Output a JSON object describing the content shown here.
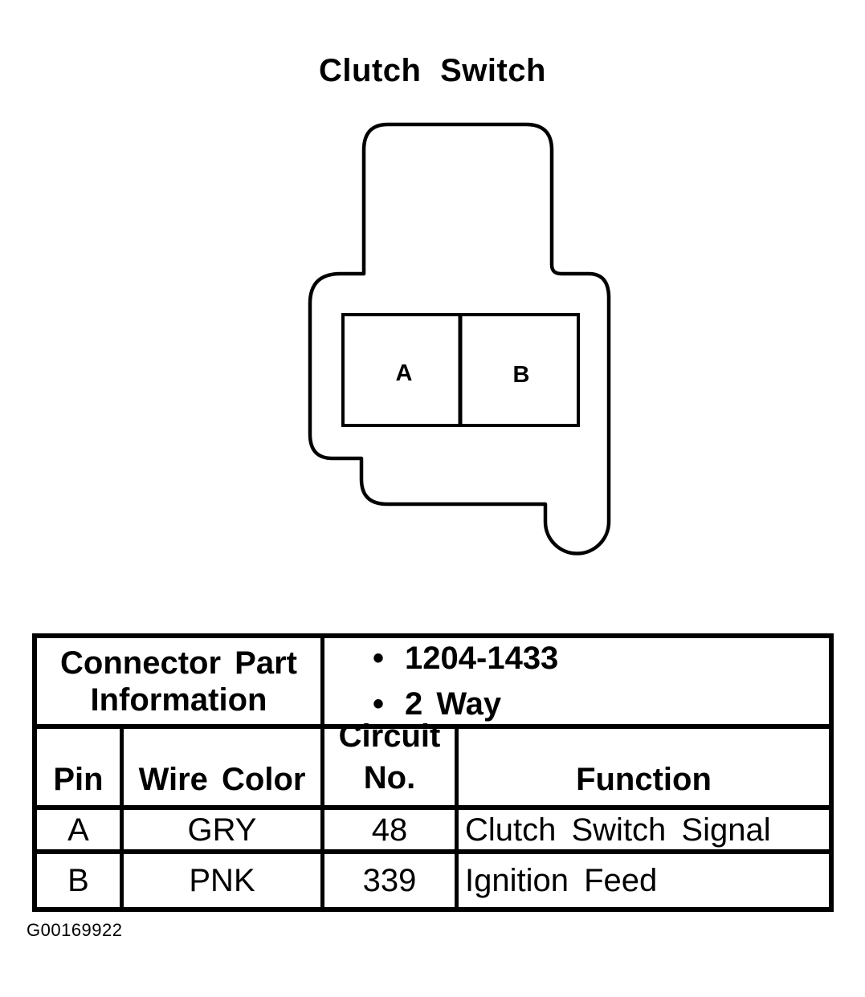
{
  "page": {
    "title": "Clutch Switch",
    "figure_code": "G00169922"
  },
  "connector_diagram": {
    "pin_labels": [
      "A",
      "B"
    ]
  },
  "info_table": {
    "part_info_label": "Connector Part Information",
    "bullet_char": "•",
    "part_info_bullets": [
      "1204-1433",
      "2 Way"
    ],
    "headers": {
      "pin": "Pin",
      "wire_color": "Wire Color",
      "circuit_no_line1": "Circuit",
      "circuit_no_line2": "No.",
      "function": "Function"
    },
    "rows": [
      {
        "pin": "A",
        "wire_color": "GRY",
        "circuit_no": "48",
        "function": "Clutch Switch Signal"
      },
      {
        "pin": "B",
        "wire_color": "PNK",
        "circuit_no": "339",
        "function": "Ignition Feed"
      }
    ]
  }
}
